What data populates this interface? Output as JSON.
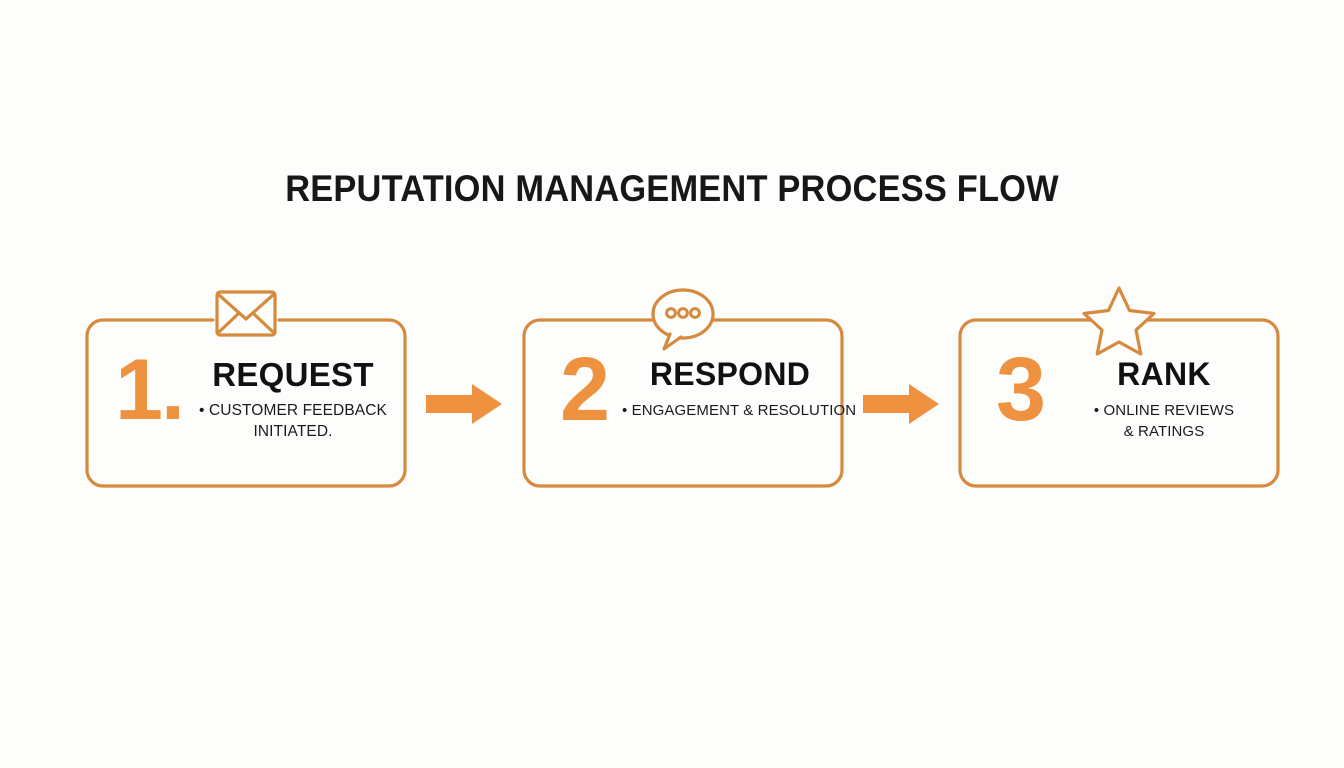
{
  "page": {
    "title": "REPUTATION MANAGEMENT PROCESS FLOW",
    "background_color": "#fdfdfc",
    "accent_color": "#ef9240",
    "outline_color": "#d68a3e",
    "text_color": "#111114"
  },
  "steps": [
    {
      "number": "1.",
      "name": "REQUEST",
      "description": "• CUSTOMER FEEDBACK INITIATED.",
      "desc_line1": "• CUSTOMER FEEDBACK",
      "desc_line2": "INITIATED.",
      "icon": "envelope-icon"
    },
    {
      "number": "2",
      "name": "RESPOND",
      "description": "• ENGAGEMENT & RESOLUTION",
      "desc_line1": "• ENGAGEMENT & RESOLUTION",
      "desc_line2": "",
      "icon": "speech-bubble-icon"
    },
    {
      "number": "3",
      "name": "RANK",
      "description": "• ONLINE REVIEWS & RATINGS",
      "desc_line1": "• ONLINE REVIEWS",
      "desc_line2": "& RATINGS",
      "icon": "star-icon"
    }
  ],
  "connectors": [
    {
      "name": "arrow-1",
      "direction": "right"
    },
    {
      "name": "arrow-2",
      "direction": "right"
    }
  ]
}
